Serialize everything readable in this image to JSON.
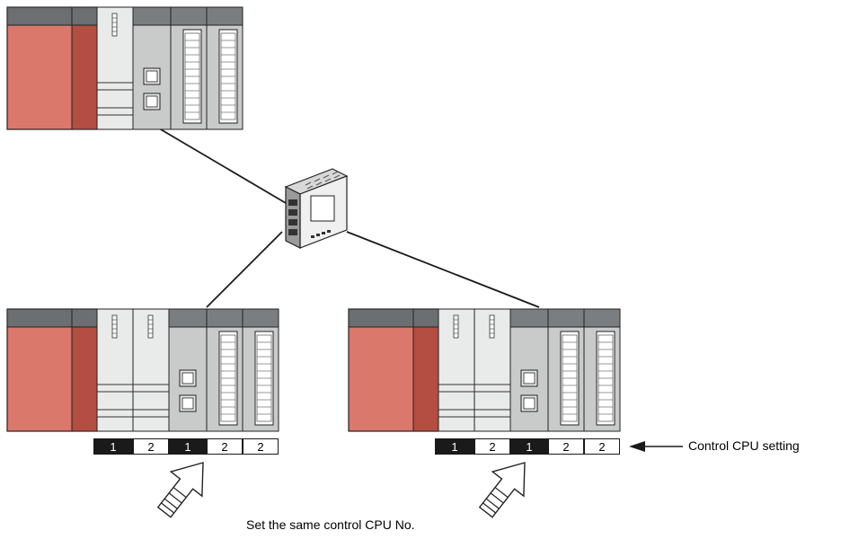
{
  "systems": [
    {
      "id": "upper-system",
      "control_cpu_row": []
    },
    {
      "id": "lower-left-system",
      "control_cpu_row": [
        "1",
        "2",
        "1",
        "2",
        "2"
      ]
    },
    {
      "id": "lower-right-system",
      "control_cpu_row": [
        "1",
        "2",
        "1",
        "2",
        "2"
      ]
    }
  ],
  "labels": {
    "control_cpu_setting": "Control CPU setting",
    "same_control_cpu": "Set the same control CPU No."
  },
  "colors": {
    "power_supply": "#d9786b",
    "power_supply_dark": "#b44d42",
    "module_top": "#777a7c",
    "cpu_module": "#e6e7e7",
    "io_module": "#c9cbcb",
    "cable": "#1a1a1a"
  }
}
